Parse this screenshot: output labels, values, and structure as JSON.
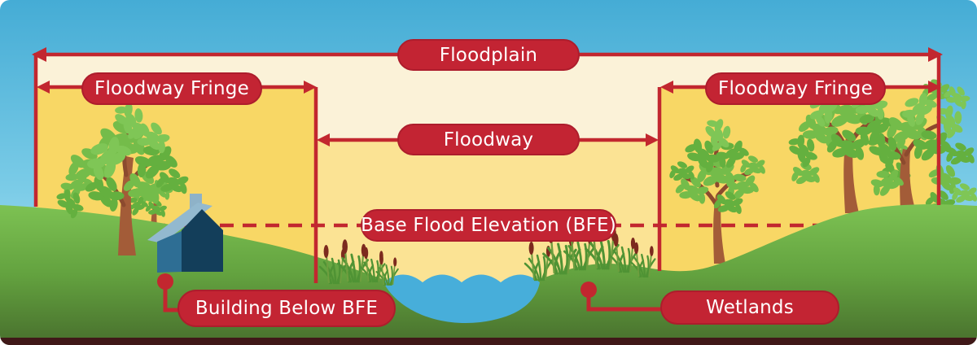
{
  "labels": {
    "floodplain": "Floodplain",
    "floodway_fringe_left": "Floodway Fringe",
    "floodway_fringe_right": "Floodway Fringe",
    "floodway": "Floodway",
    "base_flood_elevation": "Base Flood Elevation (BFE)",
    "building_below_bfe": "Building Below BFE",
    "wetlands": "Wetlands"
  },
  "colors": {
    "label_red": "#C32433",
    "arrow_red": "#C2272F",
    "sky_top": "#45ACD5",
    "sky_bottom": "#C6E8F4",
    "floodplain_cream": "#FBF2D8",
    "fringe_gold": "#F8D765",
    "floodway_gold": "#FBE394",
    "grass_green": "#6FB647",
    "water_blue": "#47AEDA",
    "footer_maroon": "#401818"
  }
}
